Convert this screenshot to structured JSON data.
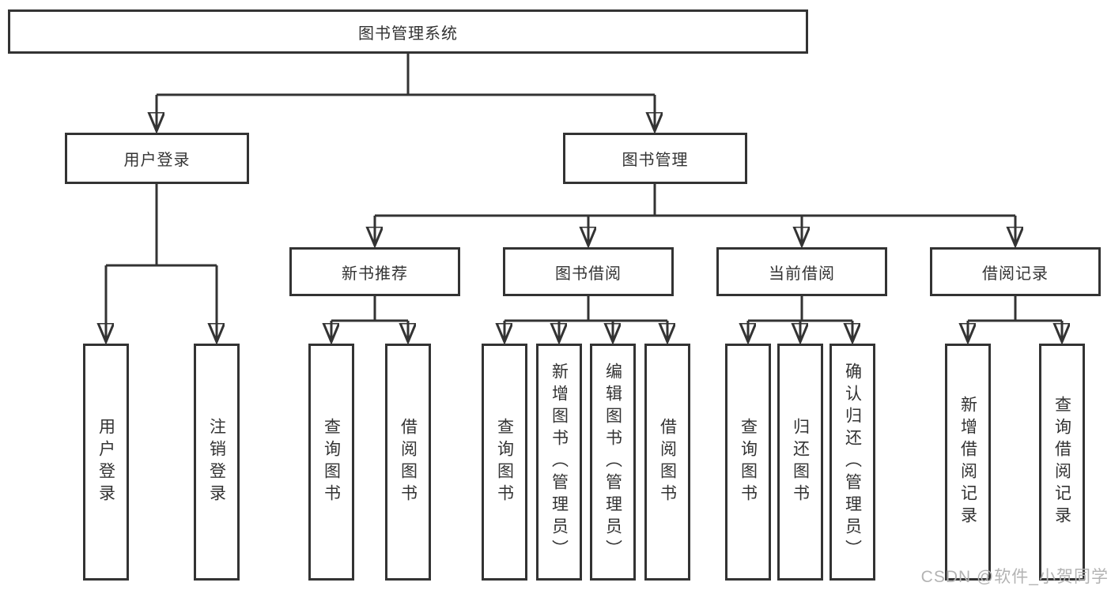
{
  "diagram": {
    "root": {
      "label": "图书管理系统"
    },
    "level2": [
      {
        "id": "user-login",
        "label": "用户登录"
      },
      {
        "id": "book-management",
        "label": "图书管理"
      }
    ],
    "level3": [
      {
        "id": "new-book-recommend",
        "label": "新书推荐"
      },
      {
        "id": "book-borrow",
        "label": "图书借阅"
      },
      {
        "id": "current-borrow",
        "label": "当前借阅"
      },
      {
        "id": "borrow-records",
        "label": "借阅记录"
      }
    ],
    "leaves": {
      "user_login": [
        "用户登录",
        "注销登录"
      ],
      "new_book": [
        "查询图书",
        "借阅图书"
      ],
      "book_borrow": [
        "查询图书",
        "新增图书（管理员）",
        "编辑图书（管理员）",
        "借阅图书"
      ],
      "current_borrow": [
        "查询图书",
        "归还图书",
        "确认归还（管理员）"
      ],
      "records": [
        "新增借阅记录",
        "查询借阅记录"
      ]
    }
  },
  "watermark": {
    "text": "CSDN @软件_小贺同学"
  },
  "colors": {
    "line": "#333333",
    "text": "#333333",
    "box_background": "#ffffff",
    "watermark": "#b3b3b3",
    "background": "#ffffff"
  }
}
